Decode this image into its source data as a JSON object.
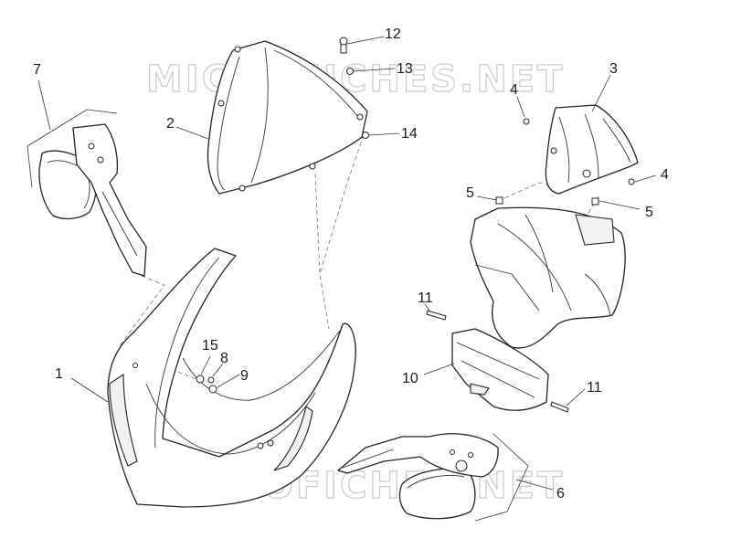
{
  "watermark": "MICROFICHES.NET",
  "callouts": {
    "c1": "1",
    "c2": "2",
    "c3": "3",
    "c4a": "4",
    "c4b": "4",
    "c5a": "5",
    "c5b": "5",
    "c6": "6",
    "c7": "7",
    "c8": "8",
    "c9": "9",
    "c10": "10",
    "c11a": "11",
    "c11b": "11",
    "c12": "12",
    "c13": "13",
    "c14": "14",
    "c15": "15"
  }
}
